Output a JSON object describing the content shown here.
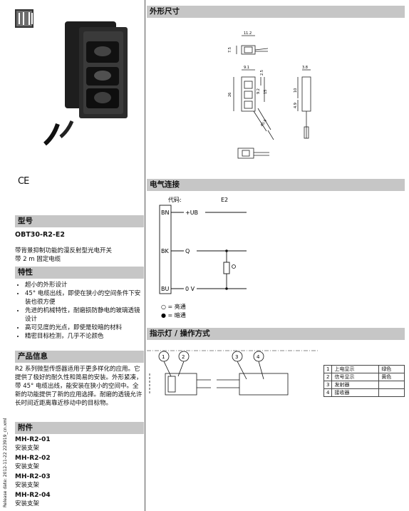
{
  "left": {
    "ce_mark": "CE",
    "type_section": {
      "title": "型号",
      "model": "OBT30-R2-E2",
      "description": "带背景抑制功能的漫反射型光电开关",
      "cable": "带 2 m 固定电缆"
    },
    "features_section": {
      "title": "特性",
      "items": [
        "超小的外形设计",
        "45° 电缆出线，即使在狭小的空间条件下安装也很方便",
        "先进的机械特性，耐磨损防静电的玻璃透镜设计",
        "高可见度的光点，即使是较暗的材料",
        "精密目标检测，几乎不论颜色"
      ]
    },
    "info_section": {
      "title": "产品信息",
      "text": "R2 系列微型传感器适用于更多样化的应用。它提供了极好的耐久性和简易的安装。外形紧凑，带 45° 电缆出线，能安装在狭小的空间中。全新的功能提供了新的应用选择。耐磨的透镜允许长时间近距离靠近移动中的目标物。"
    },
    "accessories_section": {
      "title": "附件",
      "items": [
        {
          "name": "MH-R2-01",
          "desc": "安装支架"
        },
        {
          "name": "MH-R2-02",
          "desc": "安装支架"
        },
        {
          "name": "MH-R2-03",
          "desc": "安装支架"
        },
        {
          "name": "MH-R2-04",
          "desc": "安装支架"
        }
      ]
    },
    "side_note": "Release date: 2012-11-22 223919_cn.xml"
  },
  "right": {
    "dimensions_title": "外形尺寸",
    "dims": {
      "top_width": "11.2",
      "top_height": "7.5",
      "front_width": "9.1",
      "front_height": "26",
      "dim_a": "2.5",
      "dim_b": "15",
      "dim_c": "9.2",
      "angle_len": "40.9",
      "side_width": "3.8",
      "side_height": "10",
      "side_small": "4.9"
    },
    "electrical_title": "电气连接",
    "wiring": {
      "code_label": "代码:",
      "code_value": "E2",
      "bn": "BN",
      "bn_signal": "+UB",
      "bk": "BK",
      "bk_signal": "Q",
      "bu": "BU",
      "bu_signal": "0 V",
      "legend_light": "○ = 亮通",
      "legend_dark": "● = 暗通"
    },
    "indicator_title": "指示灯 / 操作方式",
    "callouts": [
      "1",
      "2",
      "3",
      "4"
    ],
    "indicator_table": [
      {
        "num": "1",
        "label": "上电显示",
        "color": "绿色"
      },
      {
        "num": "2",
        "label": "信号显示",
        "color": "黄色"
      },
      {
        "num": "3",
        "label": "发射器",
        "color": ""
      },
      {
        "num": "4",
        "label": "接收器",
        "color": ""
      }
    ]
  }
}
